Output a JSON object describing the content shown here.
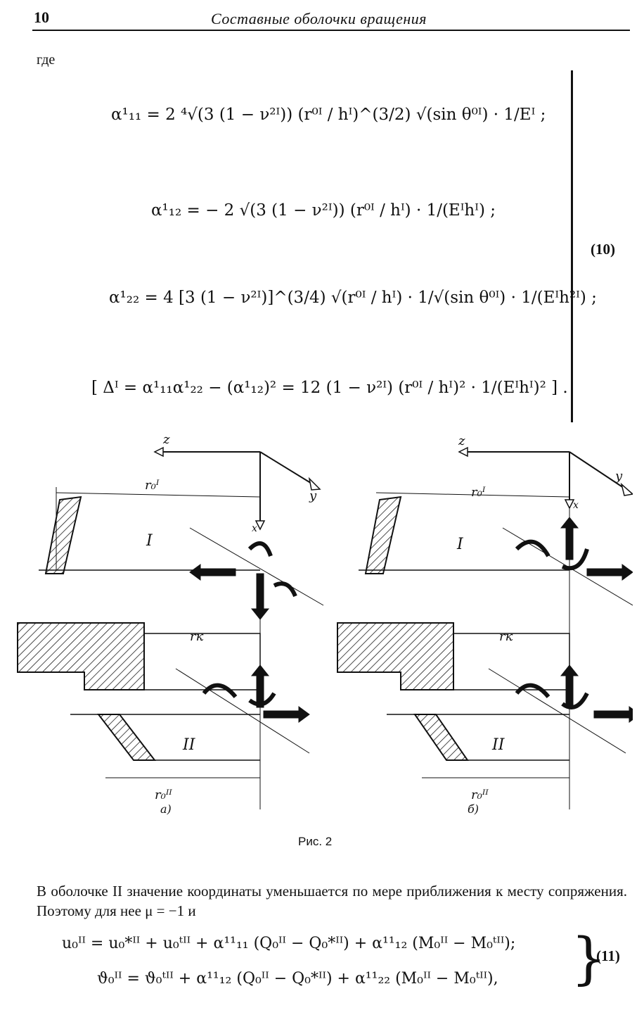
{
  "header": {
    "page_number": "10",
    "running_title": "Составные оболочки вращения"
  },
  "intro_word": "где",
  "equations_10": {
    "alpha11": "α¹₁₁ = 2 ⁴√(3 (1 − ν²ᴵ)) (r⁰ᴵ / hᴵ)^(3/2) √(sin θ⁰ᴵ) · 1/Eᴵ ;",
    "alpha12": "α¹₁₂ = − 2 √(3 (1 − ν²ᴵ)) (r⁰ᴵ / hᴵ) · 1/(Eᴵhᴵ) ;",
    "alpha22": "α¹₂₂ = 4 [3 (1 − ν²ᴵ)]^(3/4) √(r⁰ᴵ / hᴵ) · 1/√(sin θ⁰ᴵ) · 1/(Eᴵh²ᴵ) ;",
    "delta": "[ Δᴵ = α¹₁₁α¹₂₂ − (α¹₁₂)² = 12 (1 − ν²ᴵ) (r⁰ᴵ / hᴵ)² · 1/(Eᴵhᴵ)² ] .",
    "number": "(10)"
  },
  "figure": {
    "sublabel_a": "а)",
    "sublabel_b": "б)",
    "label_I_a": "I",
    "label_II_a": "II",
    "label_I_b": "I",
    "label_II_b": "II",
    "axis_z": "z",
    "axis_y": "y",
    "axis_x": "x",
    "r0I": "r₀ᴵ",
    "r0II": "r₀ᴵᴵ",
    "rk": "rк"
  },
  "caption": "Рис. 2",
  "paragraph": "В оболочке II значение координаты уменьшается по мере приближения к месту сопряжения. Поэтому для нее μ = −1 и",
  "equations_11": {
    "u0": "u₀ᴵᴵ = u₀*ᴵᴵ + u₀ᵗᴵᴵ + α¹¹₁₁ (Q₀ᴵᴵ − Q₀*ᴵᴵ) + α¹¹₁₂ (M₀ᴵᴵ − M₀ᵗᴵᴵ);",
    "theta0": "ϑ₀ᴵᴵ = ϑ₀ᵗᴵᴵ + α¹¹₁₂ (Q₀ᴵᴵ − Q₀*ᴵᴵ) + α¹¹₂₂ (M₀ᴵᴵ − M₀ᵗᴵᴵ),",
    "number": "(11)"
  }
}
